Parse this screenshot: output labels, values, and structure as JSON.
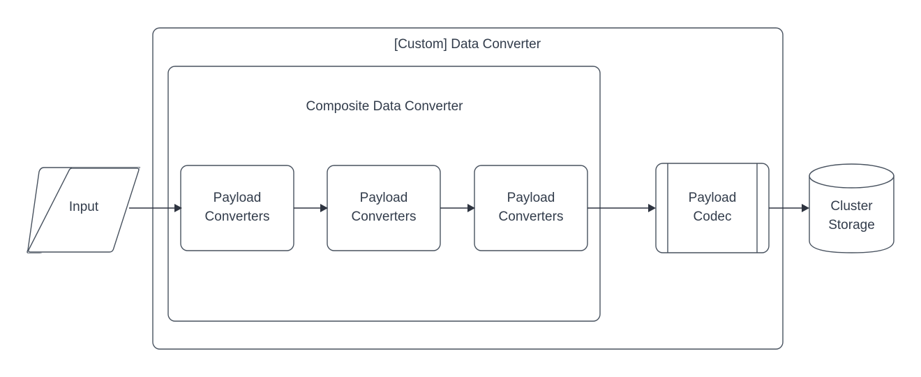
{
  "diagram": {
    "type": "flowchart",
    "background_color": "#ffffff",
    "stroke_color": "#48525f",
    "text_color": "#323c4b",
    "containers": [
      {
        "id": "custom-data-converter",
        "label": "[Custom] Data Converter",
        "shape": "rounded-rectangle",
        "label_position": "top-center"
      },
      {
        "id": "composite-data-converter",
        "label": "Composite Data Converter",
        "shape": "rounded-rectangle",
        "label_position": "top-center"
      }
    ],
    "nodes": [
      {
        "id": "input",
        "label": "Input",
        "shape": "parallelogram",
        "lines": [
          "Input"
        ]
      },
      {
        "id": "payload-converters-1",
        "label": "Payload Converters",
        "shape": "rounded-rectangle",
        "lines": [
          "Payload",
          "Converters"
        ]
      },
      {
        "id": "payload-converters-2",
        "label": "Payload Converters",
        "shape": "rounded-rectangle",
        "lines": [
          "Payload",
          "Converters"
        ]
      },
      {
        "id": "payload-converters-3",
        "label": "Payload Converters",
        "shape": "rounded-rectangle",
        "lines": [
          "Payload",
          "Converters"
        ]
      },
      {
        "id": "payload-codec",
        "label": "Payload Codec",
        "shape": "process-subroutine",
        "lines": [
          "Payload",
          "Codec"
        ]
      },
      {
        "id": "cluster-storage",
        "label": "Cluster Storage",
        "shape": "cylinder-database",
        "lines": [
          "Cluster",
          "Storage"
        ]
      }
    ],
    "edges": [
      {
        "from": "input",
        "to": "payload-converters-1",
        "arrow": "single",
        "style": "solid"
      },
      {
        "from": "payload-converters-1",
        "to": "payload-converters-2",
        "arrow": "single",
        "style": "solid"
      },
      {
        "from": "payload-converters-2",
        "to": "payload-converters-3",
        "arrow": "single",
        "style": "solid"
      },
      {
        "from": "payload-converters-3",
        "to": "payload-codec",
        "arrow": "single",
        "style": "solid"
      },
      {
        "from": "payload-codec",
        "to": "cluster-storage",
        "arrow": "single",
        "style": "solid"
      }
    ]
  }
}
